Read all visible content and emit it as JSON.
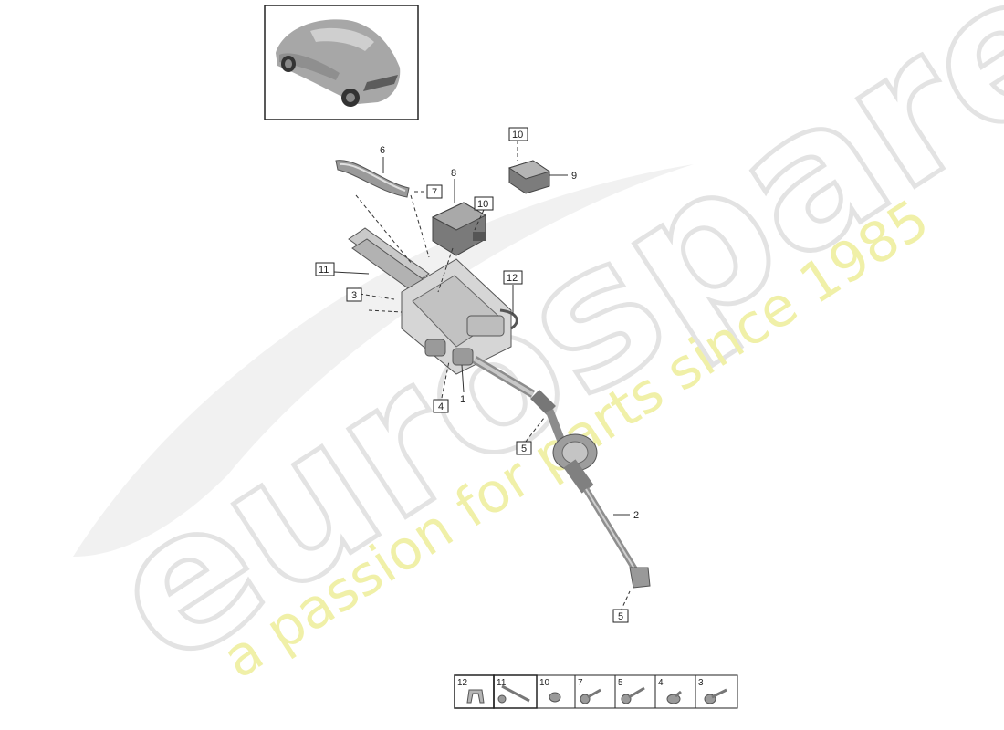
{
  "watermark": {
    "brand": "eurospares",
    "tagline": "a passion for parts since 1985",
    "brand_color": "#e9e9e9",
    "tagline_color": "#eeee9c"
  },
  "thumbnail": {
    "icon": "car-thumbnail-icon"
  },
  "callouts": {
    "c1": "1",
    "c2": "2",
    "c3": "3",
    "c4": "4",
    "c5a": "5",
    "c5b": "5",
    "c6": "6",
    "c7": "7",
    "c8": "8",
    "c9": "9",
    "c10a": "10",
    "c10b": "10",
    "c11": "11",
    "c12": "12"
  },
  "legend": [
    {
      "number": "12",
      "icon": "clip-icon"
    },
    {
      "number": "11",
      "icon": "long-screw-icon"
    },
    {
      "number": "10",
      "icon": "nut-icon"
    },
    {
      "number": "7",
      "icon": "bolt-icon"
    },
    {
      "number": "5",
      "icon": "bolt-icon"
    },
    {
      "number": "4",
      "icon": "flange-nut-icon"
    },
    {
      "number": "3",
      "icon": "flange-bolt-icon"
    }
  ],
  "colors": {
    "line": "#333333",
    "part_fill": "#d4d4d4",
    "part_dark": "#8a8a8a"
  }
}
